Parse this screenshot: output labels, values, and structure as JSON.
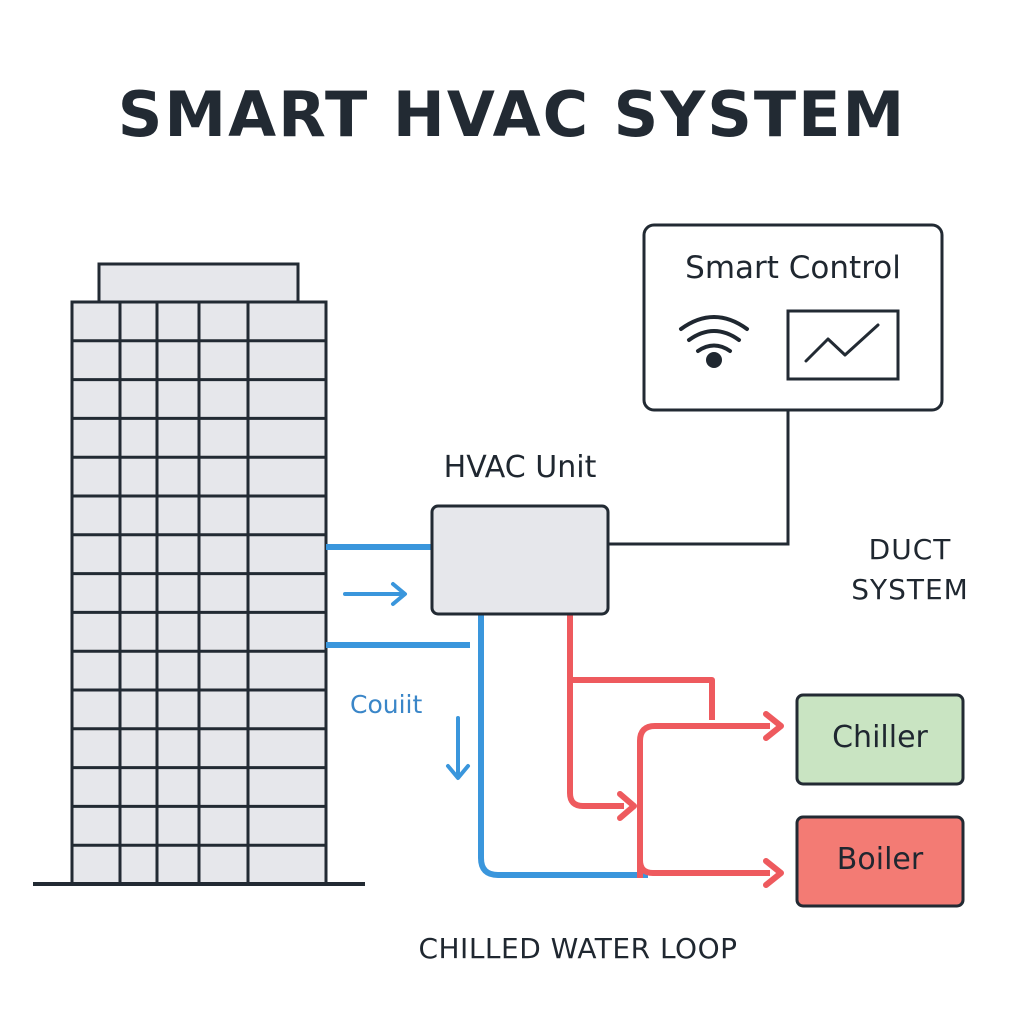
{
  "title": "SMART HVAC SYSTEM",
  "smart_control": {
    "label": "Smart Control",
    "icons": [
      "wifi-icon",
      "trend-chart-icon"
    ]
  },
  "hvac_unit": {
    "label": "HVAC Unit"
  },
  "duct_system": {
    "line1": "DUCT",
    "line2": "SYSTEM"
  },
  "conduit": {
    "label": "Couiit"
  },
  "chiller": {
    "label": "Chiller",
    "fill": "#c9e4c2"
  },
  "boiler": {
    "label": "Boiler",
    "fill": "#f37b74"
  },
  "loop": {
    "label": "CHILLED WATER LOOP"
  },
  "colors": {
    "cold_pipe": "#3a96dc",
    "hot_pipe": "#ee5a5e",
    "outline": "#222a33",
    "building_fill": "#e6e7eb",
    "unit_fill": "#e6e7eb"
  }
}
